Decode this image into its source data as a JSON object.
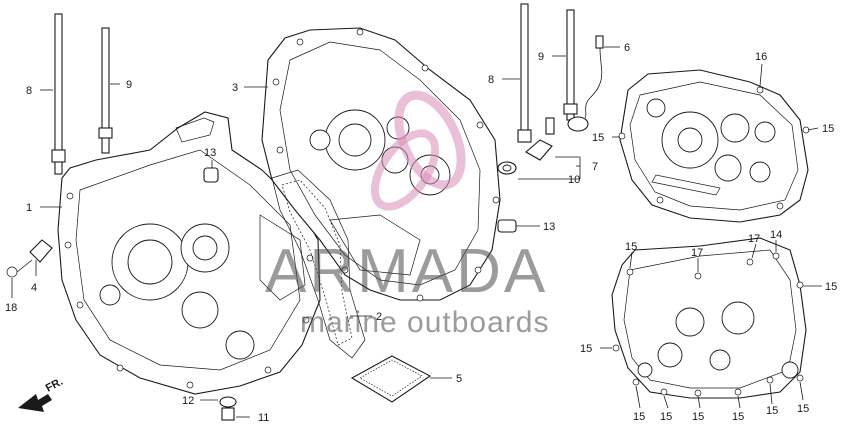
{
  "callouts": {
    "c1": "1",
    "c2": "2",
    "c3": "3",
    "c4": "4",
    "c5": "5",
    "c6": "6",
    "c7": "7",
    "c8a": "8",
    "c8b": "8",
    "c9a": "9",
    "c9b": "9",
    "c10": "10",
    "c11": "11",
    "c12": "12",
    "c13a": "13",
    "c13b": "13",
    "c14": "14",
    "c16": "16",
    "c17a": "17",
    "c17b": "17",
    "c18": "18",
    "c15_1": "15",
    "c15_2": "15",
    "c15_3": "15",
    "c15_4": "15",
    "c15_5": "15",
    "c15_6": "15",
    "c15_7": "15",
    "c15_8": "15",
    "c15_9": "15",
    "c15_10": "15",
    "c15_11": "15"
  },
  "direction_label": "FR.",
  "watermark": {
    "brand": "ARMADA",
    "tagline": "marine outboards"
  }
}
